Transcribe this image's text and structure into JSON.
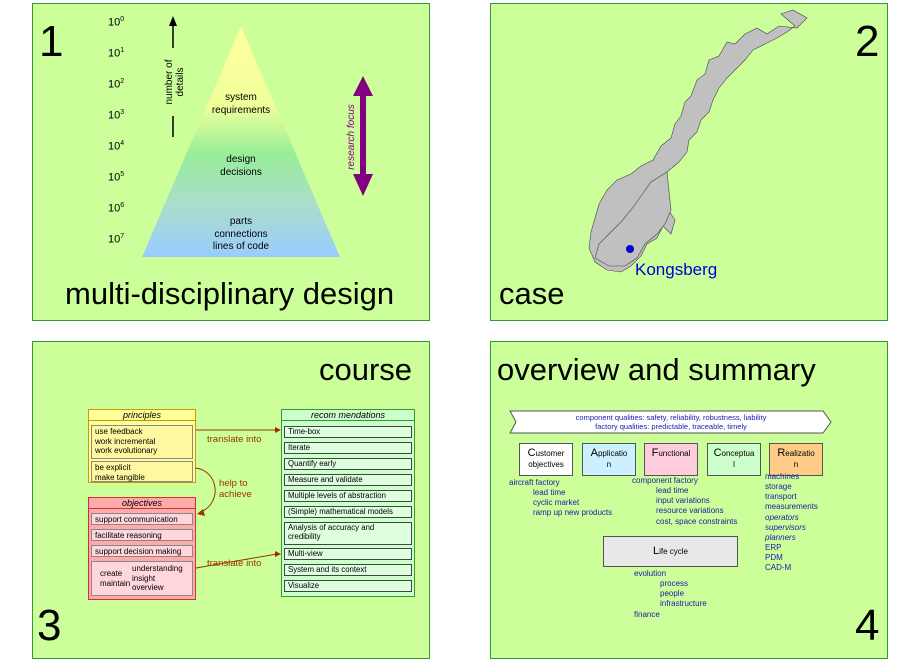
{
  "panel1": {
    "number": "1",
    "title": "multi-disciplinary design",
    "exponent_base": "10",
    "exponents": [
      "0",
      "1",
      "2",
      "3",
      "4",
      "5",
      "6",
      "7"
    ],
    "axis_label_line1": "number of",
    "axis_label_line2": "details",
    "pyramid_top_line1": "system",
    "pyramid_top_line2": "requirements",
    "pyramid_mid_line1": "design",
    "pyramid_mid_line2": "decisions",
    "pyramid_bot_line1": "parts",
    "pyramid_bot_line2": "connections",
    "pyramid_bot_line3": "lines of code",
    "research_focus": "research focus",
    "colors": {
      "pyramid_top": "#ffff99",
      "pyramid_mid": "#99ee99",
      "pyramid_bottom": "#99ccff",
      "arrow": "#800080"
    }
  },
  "panel2": {
    "number": "2",
    "title": "case",
    "location": "Kongsberg",
    "colors": {
      "map": "#c0c0c0",
      "location": "#0000cc"
    }
  },
  "panel3": {
    "number": "3",
    "title": "course",
    "principles_title": "principles",
    "principles_group1": [
      "use feedback",
      "work incremental",
      "work evolutionary"
    ],
    "principles_group2": [
      "be explicit",
      "make tangible"
    ],
    "objectives_title": "objectives",
    "objectives": [
      "support communication",
      "facilitate reasoning",
      "support decision making"
    ],
    "objective_last": {
      "left1": "create",
      "left2": "maintain",
      "right1": "understanding",
      "right2": "insight",
      "right3": "overview"
    },
    "translate_top": "translate into",
    "translate_bottom": "translate into",
    "help_line1": "help to",
    "help_line2": "achieve",
    "recommendations_title": "recom mendations",
    "recommendations": [
      "Time-box",
      "Iterate",
      "Quantify early",
      "Measure and validate",
      "Multiple levels of abstraction",
      "(Simple) mathematical models",
      "Analysis of accuracy and credibility",
      "Multi-view",
      "System and its context",
      "Visualize"
    ],
    "colors": {
      "principles": "#ffff99",
      "objectives": "#ffaaaa",
      "recommendations": "#ccffcc",
      "arrow": "#993300"
    }
  },
  "panel4": {
    "number": "4",
    "title": "overview and summary",
    "banner_line1": "component qualities: safety, reliability, robustness, liability",
    "banner_line2": "factory qualities: predictable, traceable, timely",
    "views": [
      {
        "initial": "C",
        "rest": "ustomer",
        "line2": "objectives",
        "color": "#ffffff"
      },
      {
        "initial": "A",
        "rest": "pplicatio",
        "line2": "n",
        "color": "#ccf0ff"
      },
      {
        "initial": "F",
        "rest": "unctional",
        "line2": "",
        "color": "#ffccdd"
      },
      {
        "initial": "C",
        "rest": "onceptua",
        "line2": "l",
        "color": "#ccffcc"
      },
      {
        "initial": "R",
        "rest": "ealizatio",
        "line2": "n",
        "color": "#ffcc88"
      }
    ],
    "customer_list": [
      "aircraft factory",
      "lead time",
      "cyclic market",
      "ramp up new products"
    ],
    "functional_list": [
      "component factory",
      "lead time",
      "input variations",
      "resource variations",
      "cost, space constraints"
    ],
    "realization_list": [
      "machines",
      "storage",
      "transport",
      "measurements"
    ],
    "realization_italic": [
      "operators",
      "supervisors",
      "planners"
    ],
    "realization_list2": [
      "ERP",
      "PDM",
      "CAD-M"
    ],
    "lifecycle_initial": "L",
    "lifecycle_rest": "ife cycle",
    "lifecycle_list": [
      "evolution",
      "process",
      "people",
      "infrastructure"
    ],
    "lifecycle_last": "finance"
  }
}
